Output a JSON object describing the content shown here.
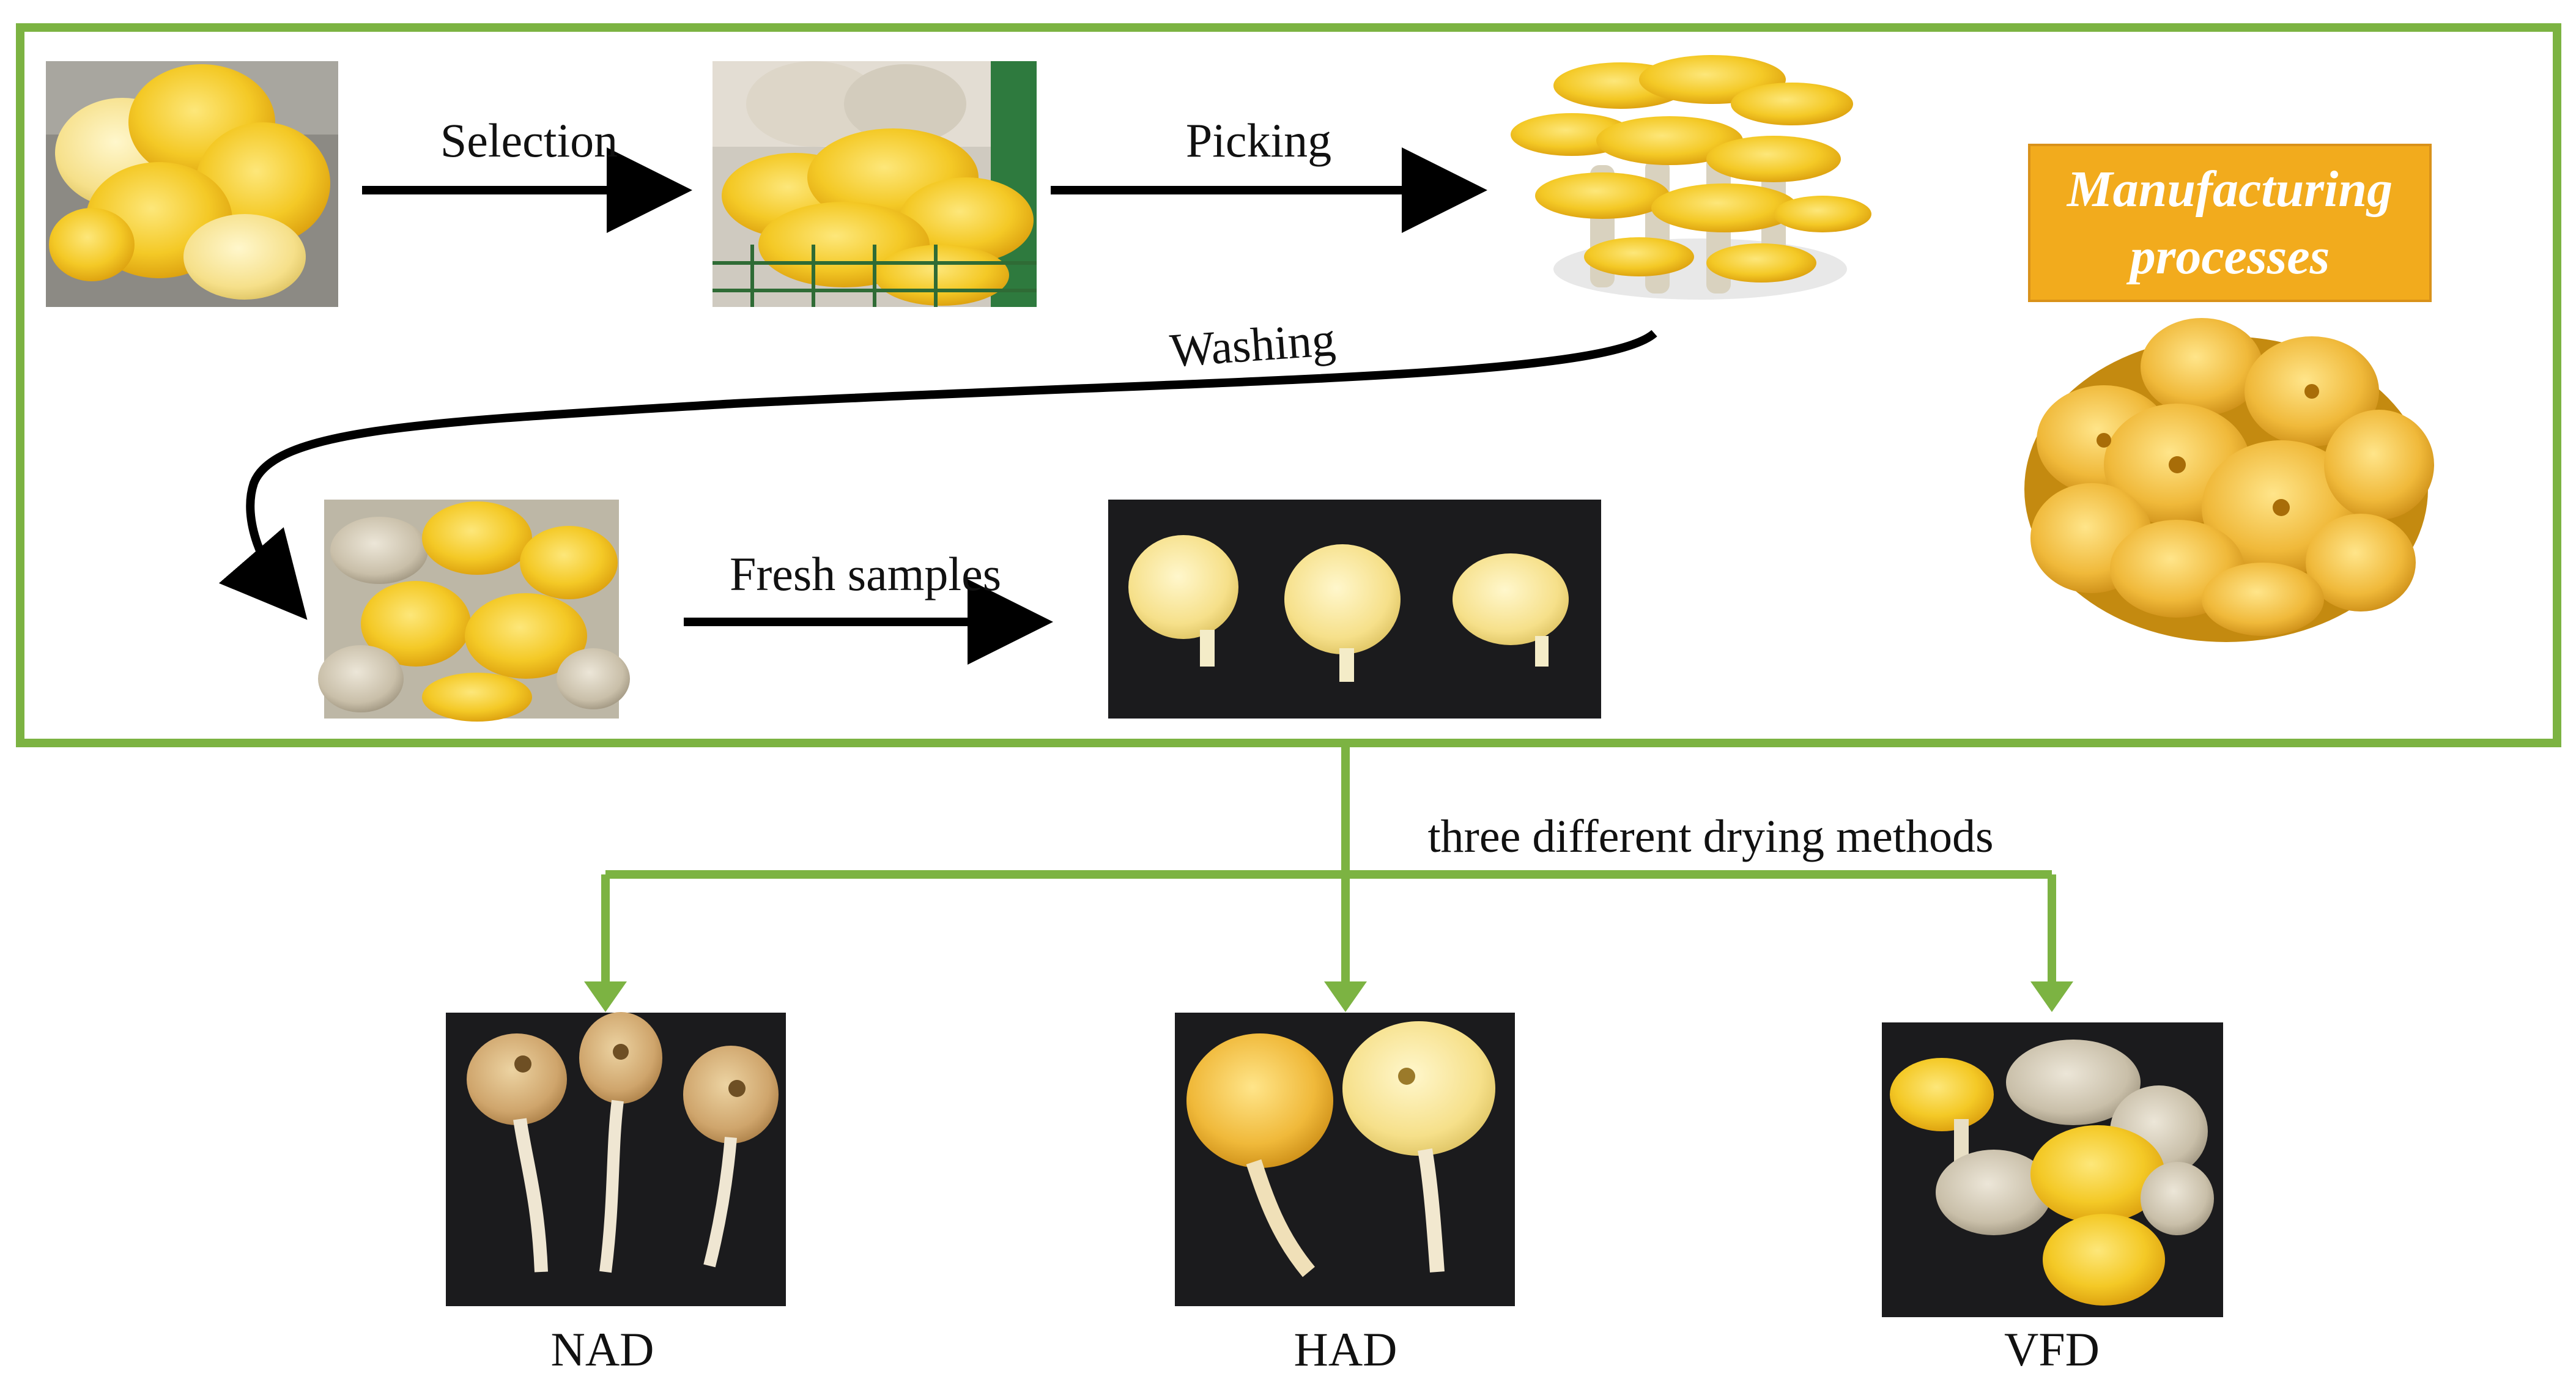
{
  "steps": {
    "selection": "Selection",
    "picking": "Picking",
    "washing": "Washing",
    "fresh_samples": "Fresh samples",
    "drying": "three different drying methods"
  },
  "manufacturing_box": {
    "line1": "Manufacturing",
    "line2": "processes"
  },
  "methods": {
    "nad": "NAD",
    "had": "HAD",
    "vfd": "VFD"
  },
  "colors": {
    "frame_green": "#7cb342",
    "arrow_green": "#7cb342",
    "box_orange": "#f2ab1d",
    "mushroom_yellow": "#f2c420",
    "photo_dark": "#1b1b1d"
  }
}
